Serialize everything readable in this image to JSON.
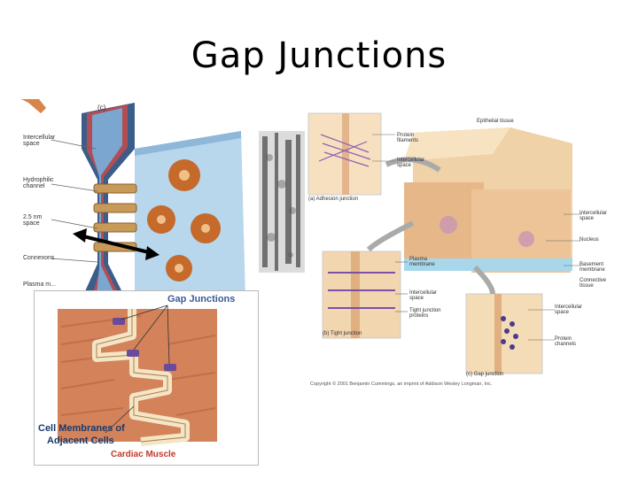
{
  "slide": {
    "title": "Gap Junctions"
  },
  "left_figure": {
    "panel_label": "(c)",
    "labels": {
      "intercellular_space": "Intercellular space",
      "hydrophilic_channel": "Hydrophilic channel",
      "space_width": "2.5 nm space",
      "connexons": "Connexons",
      "plasma_membranes": "Plasma m..."
    }
  },
  "inset": {
    "heading": "Gap Junctions",
    "caption": "Cell Membranes of Adjacent Cells",
    "caption_line1": "Cell Membranes of",
    "caption_line2": "Adjacent Cells",
    "tissue_label": "Cardiac Muscle",
    "colors": {
      "heading": "#3a5a9a",
      "tissue": "#c0392b",
      "tissue_bg": "#d4825a"
    }
  },
  "right_figure": {
    "labels": {
      "epithelial_tissue": "Epithelial tissue",
      "protein_filaments": "Protein filaments",
      "intercellular_space_a": "Intercellular space",
      "adhesion_junction": "(a) Adhesion junction",
      "intercellular_space_main": "Intercellular space",
      "nucleus": "Nucleus",
      "basement_membrane": "Basement membrane",
      "connective_tissue": "Connective tissue",
      "plasma_membrane": "Plasma membrane",
      "intercellular_space_b": "Intercellular space",
      "tight_junction_proteins": "Tight junction proteins",
      "tight_junction": "(b) Tight junction",
      "intercellular_space_c": "Intercellular space",
      "protein_channels": "Protein channels",
      "gap_junction": "(c) Gap junction",
      "copyright": "Copyright © 2001 Benjamin Cummings, an imprint of Addison Wesley Longman, Inc."
    }
  }
}
